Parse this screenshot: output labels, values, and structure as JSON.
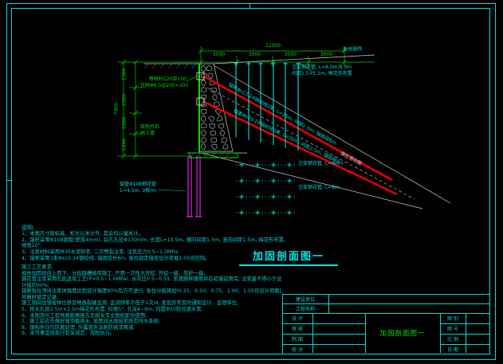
{
  "page": {
    "background": "#000000",
    "frame_color": "#00dcdc"
  },
  "drawing": {
    "title": "加固剖面图一",
    "top_dim": {
      "total": "12000",
      "segments": [
        "3000",
        "3000",
        "3000",
        "3000"
      ]
    },
    "left_dim": {
      "total": "7400",
      "segments": [
        "1500",
        "2500",
        "2200",
        "1200"
      ]
    },
    "labels": {
      "shotcrete_line1": "喷射砼C20厚100",
      "shotcrete_line2": "挂网Φ6.5@200×200",
      "wall_line1": "浆砌片石",
      "wall_line2": "挡土墙",
      "nail_top_line1": "注浆钢花管, L=6.0m/8.0m",
      "nail_top_line2": "间距1.5×1.5m, 梅花形布置",
      "ground": "原地面线",
      "anchor_a": "锚索Φs15.24钢绞线3束, L=25m, 间距2.5m, 锚固段8m",
      "anchor_b": "锚索Φs15.24钢绞线3束, L=30m, 间距2.5m, 锚固段8m",
      "slip_surface": "潜在滑动面",
      "grid_label1": "注浆钢花管, L=6m",
      "grid_label2": "注浆钢花管, L=8m",
      "pile_line1": "锚管Φ108钢花管",
      "pile_line2": "L=4.5m, 3根/m"
    },
    "notes": {
      "lines": [
        "说明:",
        "1、本图尺寸除标高、桩长以米计外, 其余均以毫米计。",
        "2、锚杆采用Φ108钢管(壁厚4mm), 钻孔孔径Φ130mm, 长度L=10.5m, 横向间距1.5m, 竖向间距1.5m, 梅花形布置, 倾角20°;",
        "3、注浆材料采用M30水泥砂浆, 二次劈裂注浆, 注浆压力0.5~1.0MPa;",
        "4、锚索采用3束Φs15.24钢绞线, 锚固段长8m, 张拉锁定值按设计荷载1.05倍控制。",
        "",
        "施工工艺要求:",
        "坡体加固按自上而下、分段跳槽顺序施工, 严禁一次性大开挖, 开挖一级、防护一级;",
        "钢花管注浆采用孔底返浆工艺(P=0.5~1.0MPa), 水灰比0.5~0.55, 浆液随拌随用并在初凝前用完, 注浆量不得小于设计值的90%;",
        "锚索张拉须待注浆体强度达到设计强度80%后方可进行, 张拉分级施加(0.25、0.50、0.75、1.00、1.05倍设计荷载), 并做好锁定记录;",
        "施工期间加强坡体位移及地表裂缝监测, 监测频率不低于1次/d, 发现异常及时通知设计、监理单位;",
        "5、排水孔按2.5m×2.5m梅花形布置, 仰角5°, 孔深4~6m, 内置Φ50软式透水管;",
        "6、本图须与工程地质勘察报告及相关专业图纸配合使用;",
        "7、施工前应先做好坡顶截排水, 坡面排水顺接至既有排水系统;",
        "8、钢构件均作防腐处理, 外露铁件涂刷防锈漆两道;",
        "9、未尽事宜按现行有关规范、规程执行。"
      ]
    }
  },
  "title_block": {
    "owner_label": "建设单位",
    "project_label": "工程名称",
    "rows": [
      "设 计",
      "审 核",
      "制 图",
      "校 对"
    ],
    "right_rows": [
      "图 别",
      "图 号",
      "比 例",
      "日 期"
    ],
    "drawing_name": "加固剖面图一"
  }
}
